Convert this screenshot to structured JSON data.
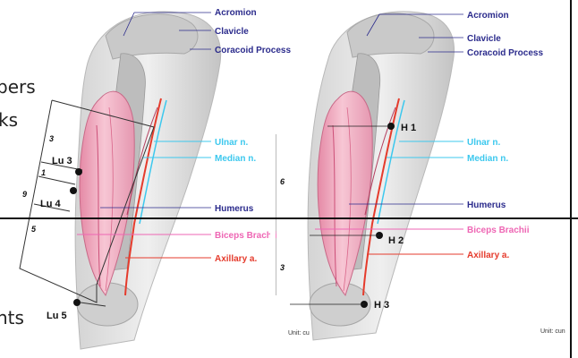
{
  "left_diagram": {
    "labels": {
      "acromion": "Acromion",
      "clavicle": "Clavicle",
      "coracoid": "Coracoid Process",
      "ulnar": "Ulnar n.",
      "median": "Median n.",
      "humerus": "Humerus",
      "biceps": "Biceps Brachii",
      "axillary": "Axillary a."
    },
    "points": {
      "lu3": "Lu 3",
      "lu4": "Lu 4",
      "lu5": "Lu 5"
    },
    "measures": {
      "m3": "3",
      "m1": "1",
      "m9": "9",
      "m5": "5",
      "m6": "6",
      "m3b": "3"
    }
  },
  "right_diagram": {
    "labels": {
      "acromion": "Acromion",
      "clavicle": "Clavicle",
      "coracoid": "Coracoid Process",
      "ulnar": "Ulnar n.",
      "median": "Median n.",
      "humerus": "Humerus",
      "biceps": "Biceps Brachii",
      "axillary": "Axillary a."
    },
    "points": {
      "h1": "H 1",
      "h2": "H 2",
      "h3": "H 3"
    },
    "unit": "Unit: cun"
  },
  "bottom_unit": "Unit: cu",
  "slide_edge_text": {
    "top": "bers",
    "mid": "ks",
    "bottom": "nts"
  },
  "colors": {
    "label_blue": "#2b2b8c",
    "nerve_cyan": "#3cc8ee",
    "biceps_pink": "#ee66b4",
    "axillary_red": "#e53b2c",
    "bone_gray": "#d8d8d8",
    "muscle_pink": "#f3b4c8"
  }
}
